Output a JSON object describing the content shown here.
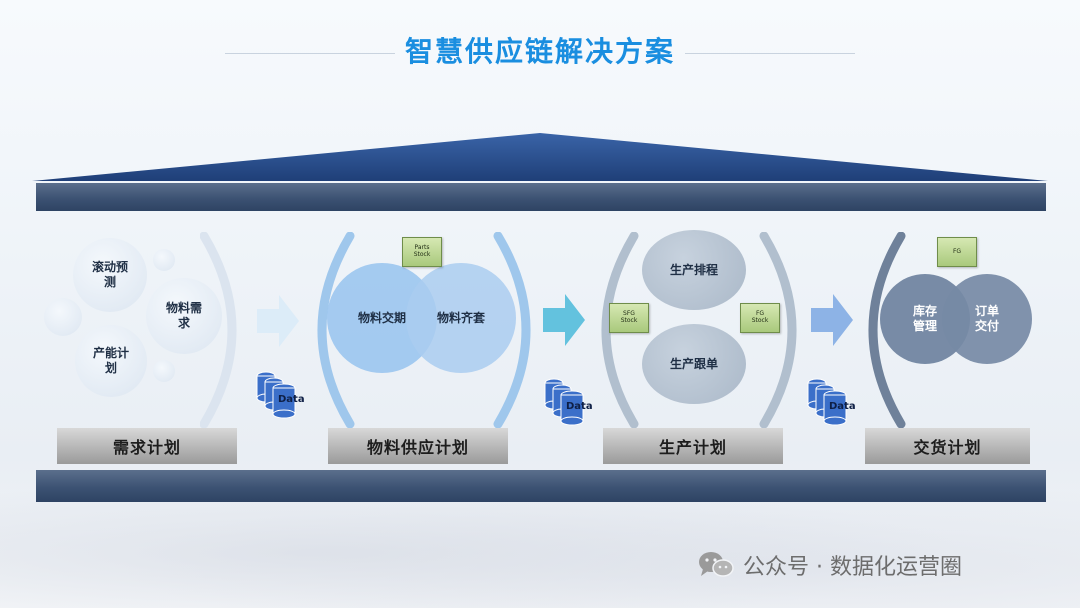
{
  "title": "智慧供应链解决方案",
  "stages": [
    {
      "label": "需求计划"
    },
    {
      "label": "物料供应计划"
    },
    {
      "label": "生产计划"
    },
    {
      "label": "交货计划"
    }
  ],
  "demand_circles": {
    "rolling_forecast": "滚动预测",
    "material_demand": "物料需求",
    "capacity_plan": "产能计划"
  },
  "supply_circles": {
    "delivery_date": "物料交期",
    "kitting": "物料齐套"
  },
  "production_circles": {
    "scheduling": "生产排程",
    "tracking": "生产跟单"
  },
  "delivery_circles": {
    "inventory": "库存管理",
    "order": "订单交付"
  },
  "tags": {
    "parts_stock": "Parts\nStock",
    "sfg_stock": "SFG\nStock",
    "fg_stock": "FG\nStock",
    "fg": "FG"
  },
  "data_label": "Data",
  "watermark": "公众号 · 数据化运营圈",
  "colors": {
    "title": "#1a8ee0",
    "roof": "#2e4f8d",
    "bar": "#3c5273",
    "tag": "#a9c97c"
  }
}
